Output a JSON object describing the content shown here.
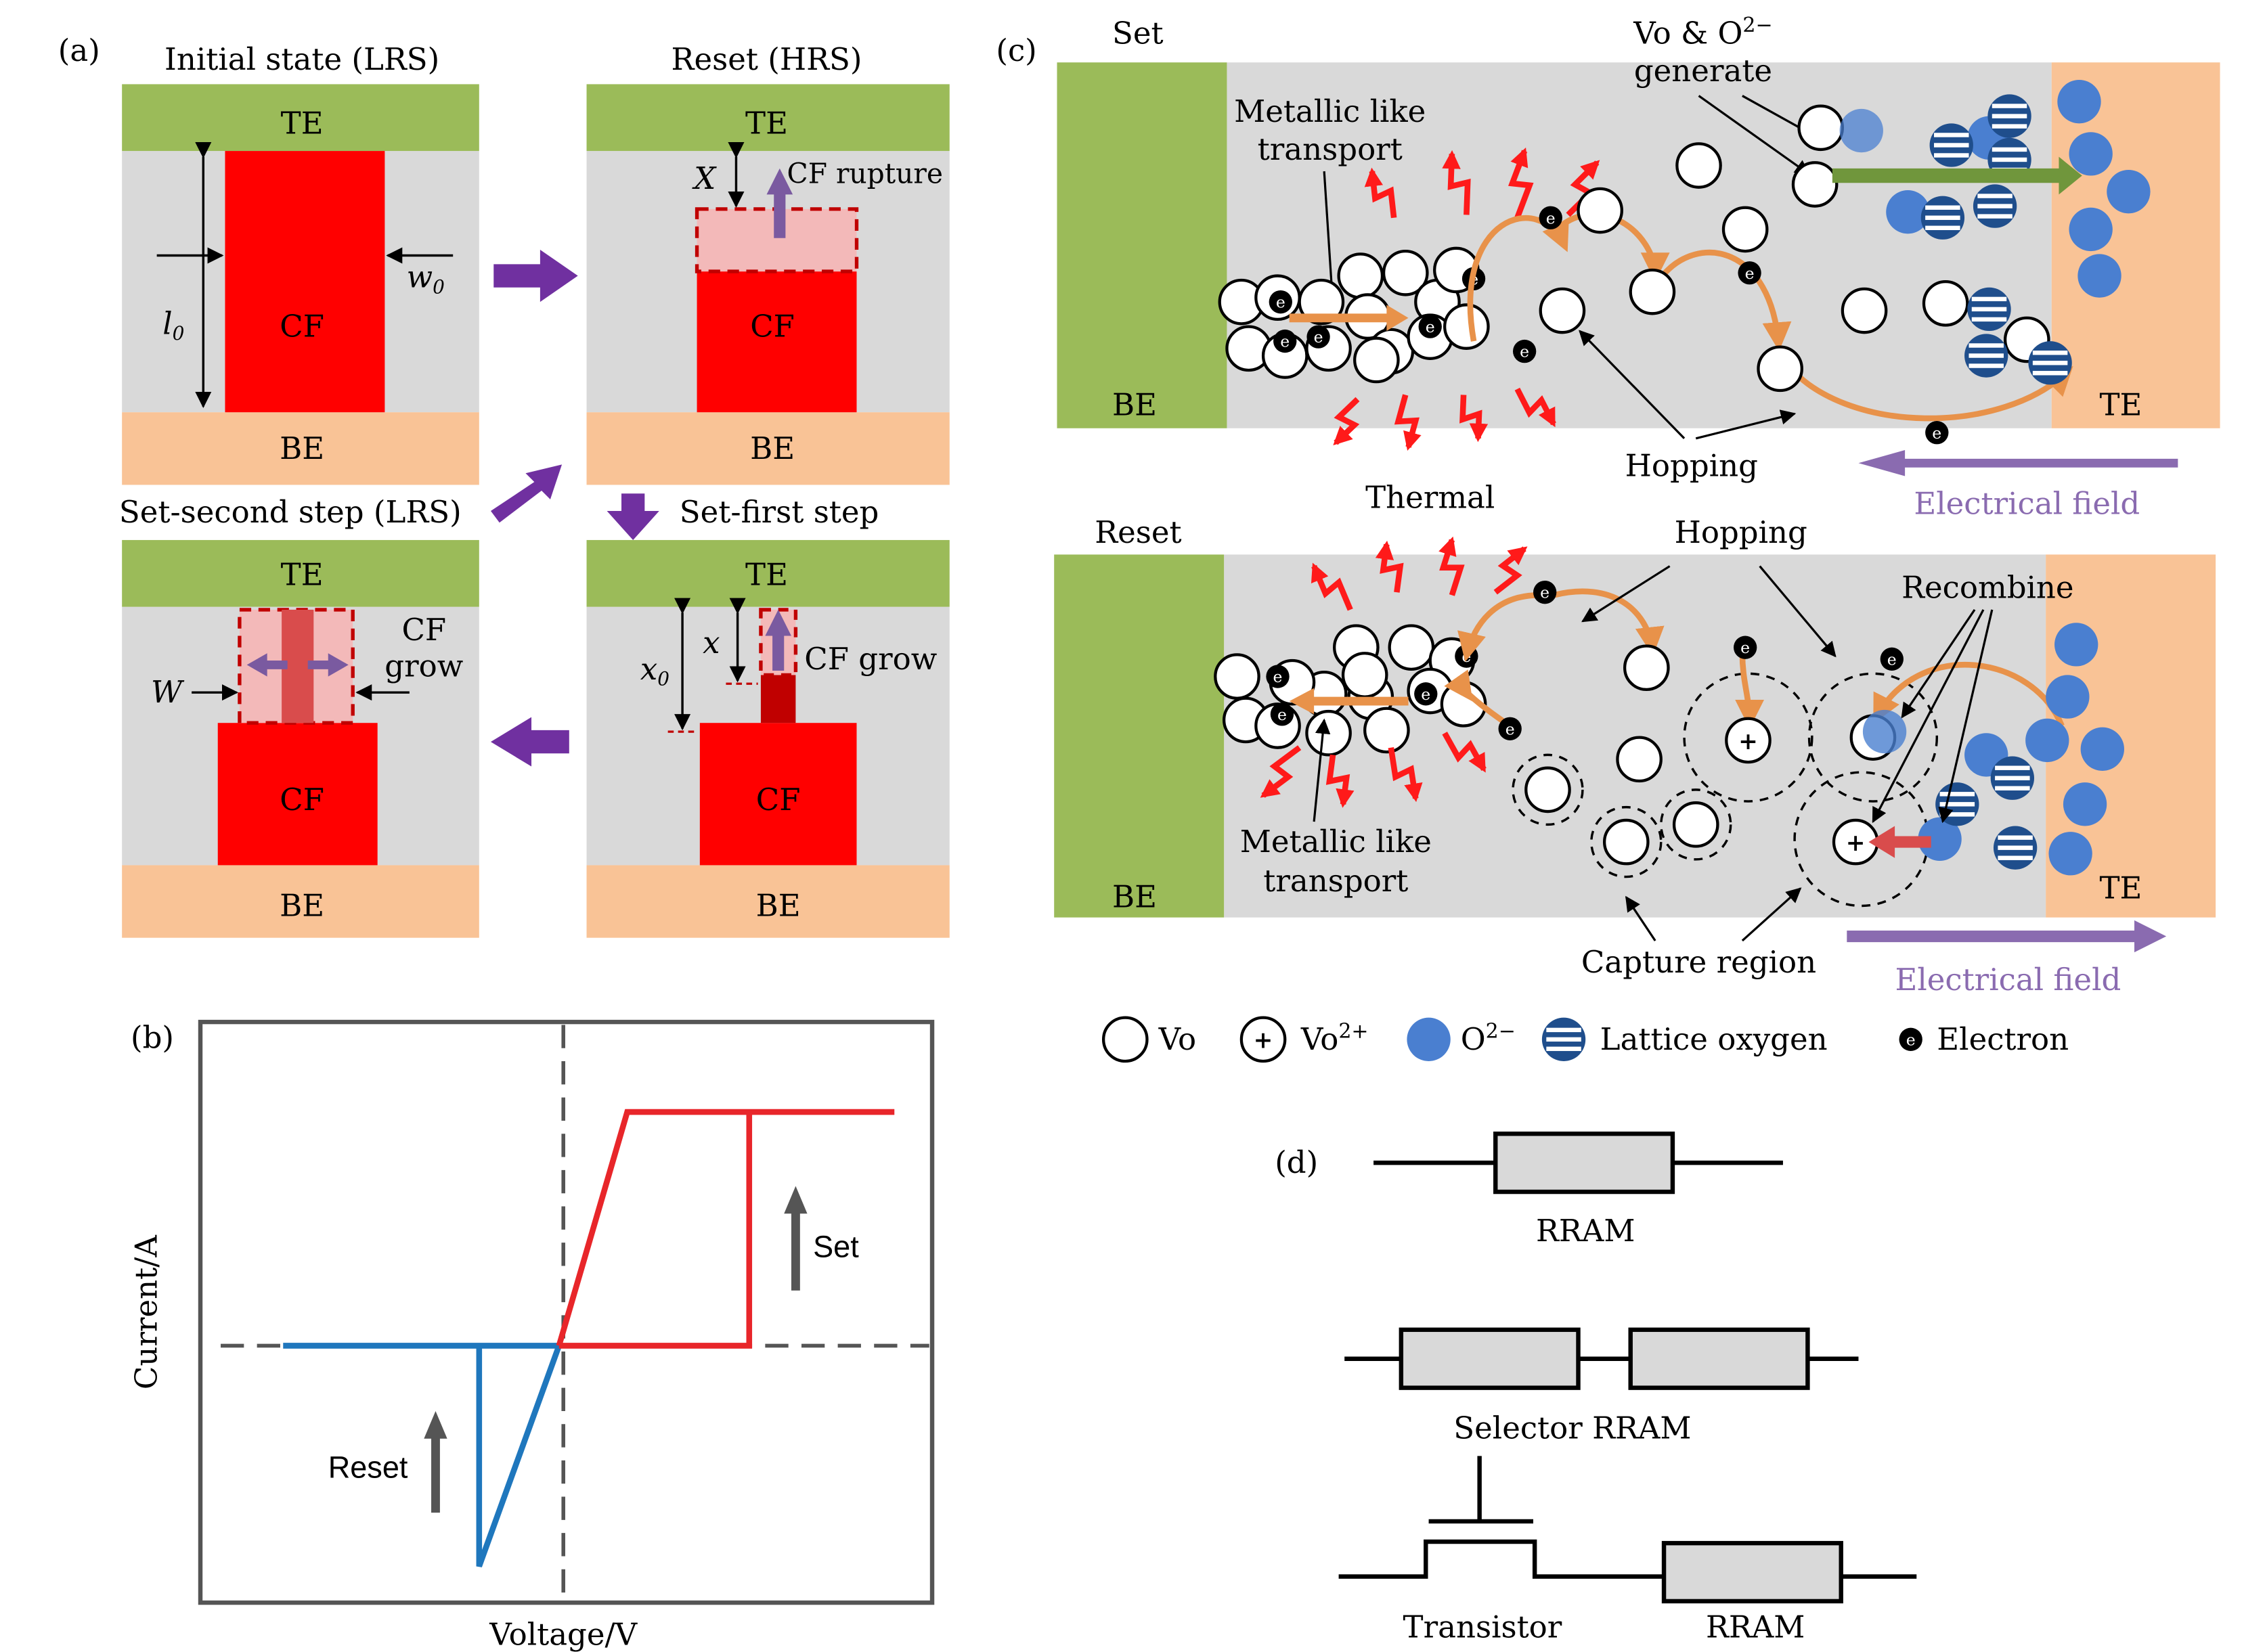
{
  "panel_a": {
    "label": "(a)",
    "initial_title": "Initial state (LRS)",
    "reset_title": "Reset (HRS)",
    "set_second_title": "Set-second step (LRS)",
    "set_first_title": "Set-first step",
    "te": "TE",
    "be": "BE",
    "cf": "CF",
    "w0": "w",
    "w0_sub": "0",
    "l0": "l",
    "l0_sub": "0",
    "X": "X",
    "cf_rupture": "CF rupture",
    "x": "x",
    "x0": "x",
    "x0_sub": "0",
    "cf_grow": "CF grow",
    "cf_grow_l1": "CF",
    "cf_grow_l2": "grow",
    "W": "W",
    "colors": {
      "te": "#9bbb59",
      "be": "#f9c396",
      "oxide": "#d9d9d9",
      "cf": "#ff0000",
      "arrow": "#7030a0"
    }
  },
  "panel_b": {
    "label": "(b)",
    "xlabel": "Voltage/V",
    "ylabel": "Current/A",
    "set_label": "Set",
    "reset_label": "Reset",
    "colors": {
      "set": "#e8262a",
      "reset": "#1f77bd"
    }
  },
  "panel_c": {
    "label": "(c)",
    "set_title": "Set",
    "reset_title": "Reset",
    "be": "BE",
    "te": "TE",
    "metallic_l1": "Metallic like",
    "metallic_l2": "transport",
    "vo_gen_l1": "Vo & O",
    "vo_gen_sup": "2−",
    "vo_gen_l2": "generate",
    "thermal": "Thermal",
    "hopping": "Hopping",
    "recombine": "Recombine",
    "capture": "Capture region",
    "efield": "Electrical field",
    "electron_glyph": "e",
    "plus_glyph": "+",
    "colors": {
      "be": "#9bbb59",
      "te": "#f9c396",
      "oxide": "#d9d9d9",
      "o2": "#4a7fd0",
      "thermal": "#ff1a1a",
      "hop": "#e8924a",
      "efield": "#8a6bb0"
    }
  },
  "legend": {
    "vo": "Vo",
    "vo2": "Vo",
    "vo2_sup": "2+",
    "o2": "O",
    "o2_sup": "2−",
    "lattice": "Lattice oxygen",
    "electron": "Electron"
  },
  "panel_d": {
    "label": "(d)",
    "rram": "RRAM",
    "selector_rram": "Selector RRAM",
    "transistor": "Transistor",
    "rram2": "RRAM"
  }
}
